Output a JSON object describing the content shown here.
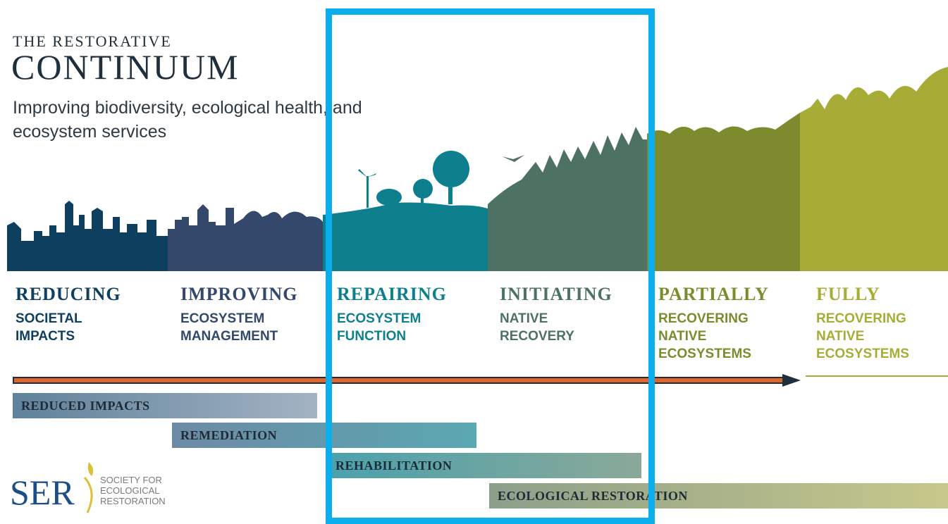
{
  "header": {
    "kicker": "THE RESTORATIVE",
    "title": "CONTINUUM",
    "subtitle": "Improving biodiversity, ecological health, and ecosystem services"
  },
  "stages": [
    {
      "head": "REDUCING",
      "sub": "SOCIETAL\nIMPACTS",
      "color": "#0e3f5f"
    },
    {
      "head": "IMPROVING",
      "sub": "ECOSYSTEM\nMANAGEMENT",
      "color": "#34486b"
    },
    {
      "head": "REPAIRING",
      "sub": "ECOSYSTEM\nFUNCTION",
      "color": "#0e7f8c"
    },
    {
      "head": "INITIATING",
      "sub": "NATIVE\nRECOVERY",
      "color": "#4d7263"
    },
    {
      "head": "PARTIALLY",
      "sub": "RECOVERING\nNATIVE\nECOSYSTEMS",
      "color": "#7d8a2e"
    },
    {
      "head": "FULLY",
      "sub": "RECOVERING\nNATIVE\nECOSYSTEMS",
      "color": "#a6ac36"
    }
  ],
  "bars": [
    {
      "label": "REDUCED IMPACTS"
    },
    {
      "label": "REMEDIATION"
    },
    {
      "label": "REHABILITATION"
    },
    {
      "label": "ECOLOGICAL RESTORATION"
    }
  ],
  "logo": {
    "mark": "SER",
    "line1": "SOCIETY FOR",
    "line2": "ECOLOGICAL",
    "line3": "RESTORATION"
  },
  "colors": {
    "highlight": "#0aaeec",
    "arrow_fill": "#e0652a",
    "arrow_outline": "#1f2f3b"
  }
}
